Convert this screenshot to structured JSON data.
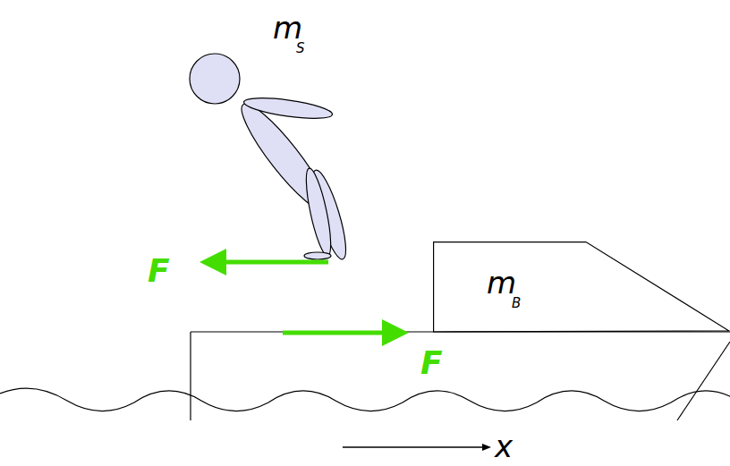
{
  "diagram": {
    "nodes": [
      {
        "text": [
          "m",
          "B"
        ]
      }
    ],
    "labels": [
      "m",
      "S",
      "F",
      "F",
      "x"
    ]
  }
}
